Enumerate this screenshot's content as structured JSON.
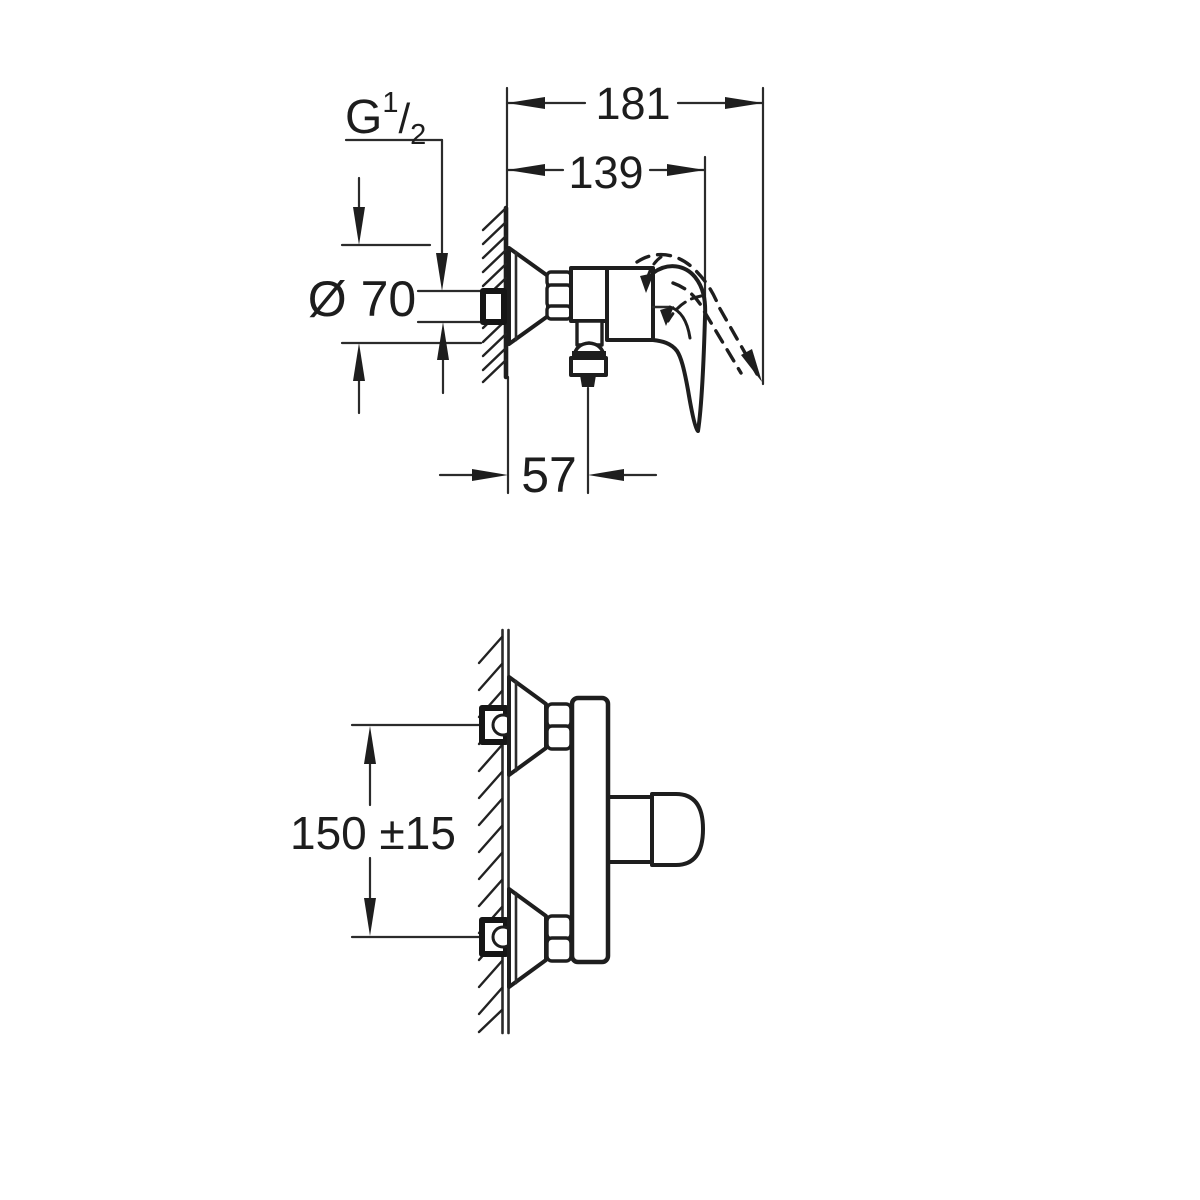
{
  "canvas": {
    "background": "#ffffff",
    "line_color": "#1e1e1e"
  },
  "side_view": {
    "thread_label": {
      "prefix": "G",
      "numerator": "1",
      "slash": "/",
      "denominator": "2"
    },
    "overall_depth": "181",
    "depth_to_handle": "139",
    "escutcheon_diameter": "Ø 70",
    "outlet_offset": "57"
  },
  "plan_view": {
    "inlet_spacing": "150 ±15"
  }
}
